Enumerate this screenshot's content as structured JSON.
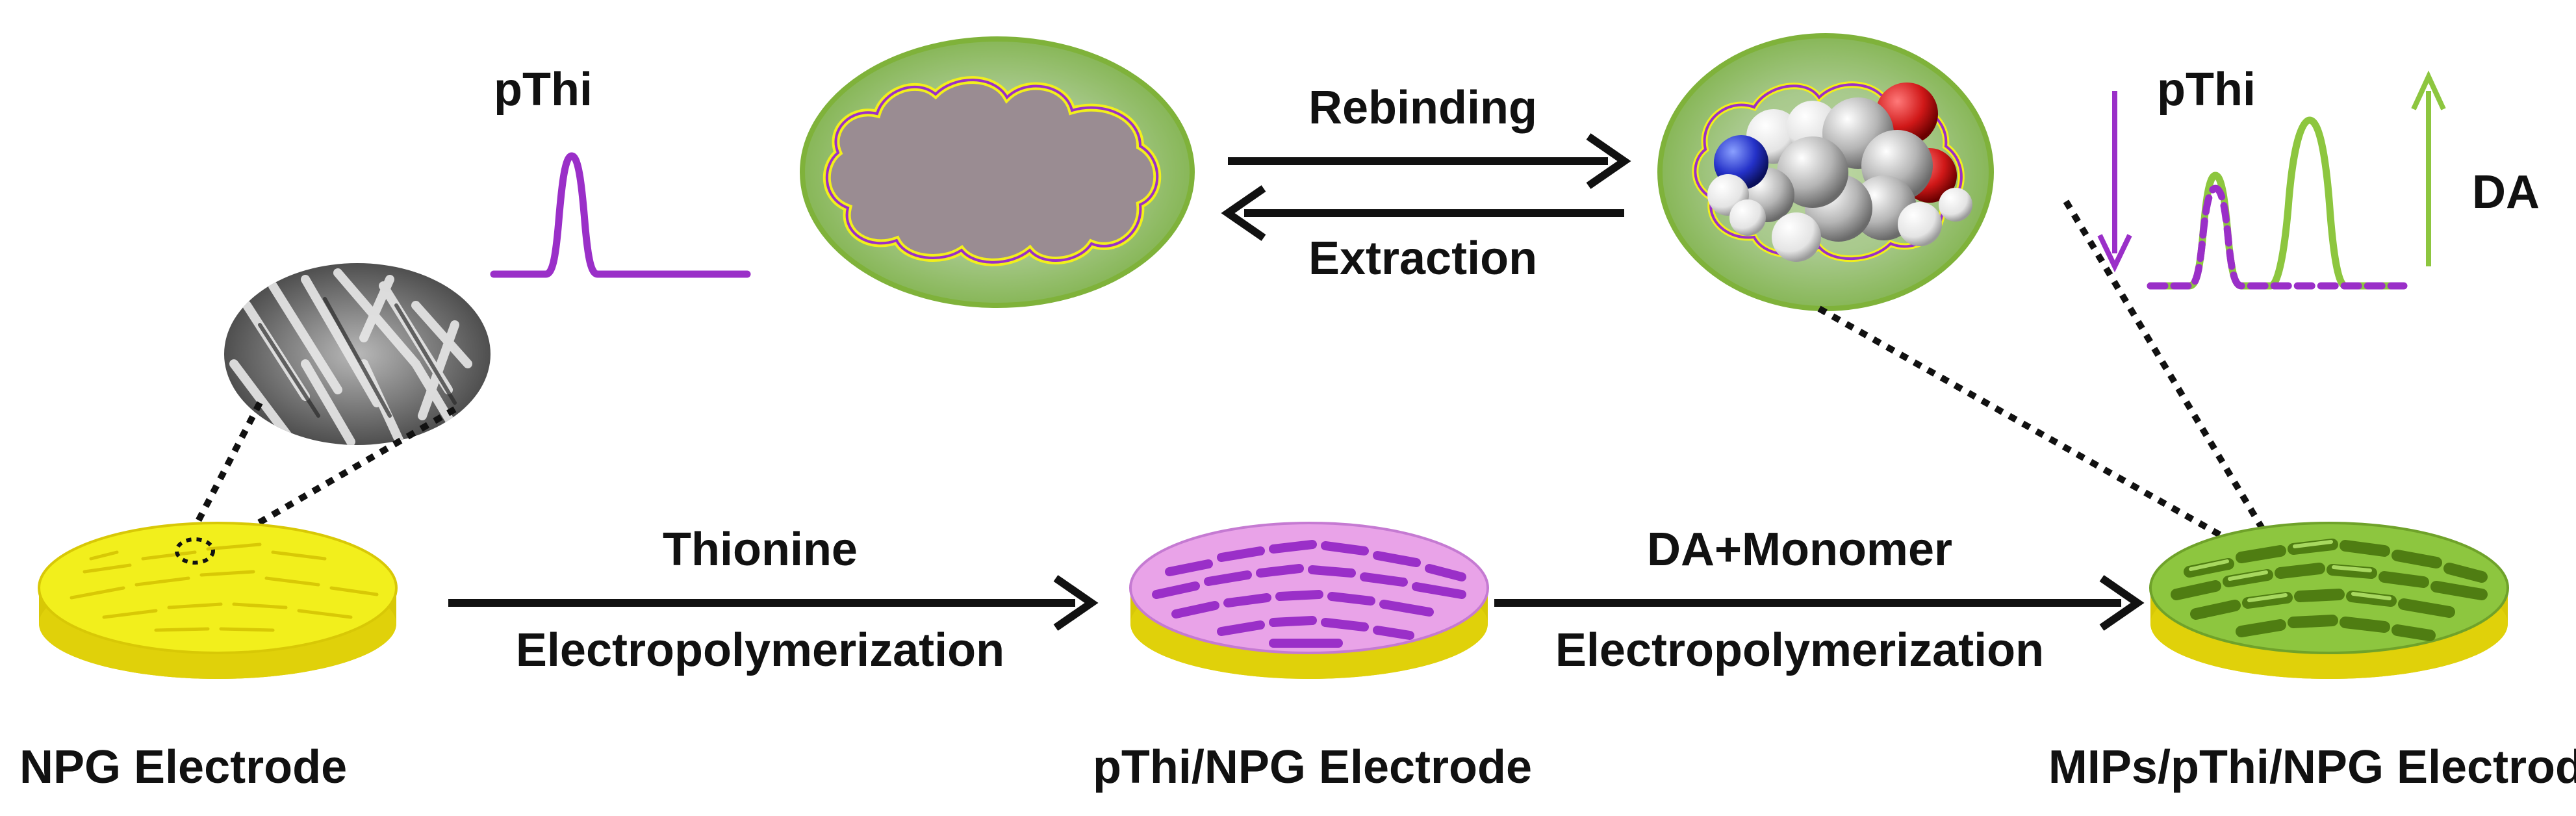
{
  "labels": {
    "pthi_left": "pThi",
    "pthi_right": "pThi",
    "da": "DA",
    "rebinding": "Rebinding",
    "extraction": "Extraction",
    "thionine": "Thionine",
    "electropolymerization_1": "Electropolymerization",
    "da_monomer": "DA+Monomer",
    "electropolymerization_2": "Electropolymerization",
    "electrode_npg": "NPG Electrode",
    "electrode_pthi_npg": "pThi/NPG Electrode",
    "electrode_mips": "MIPs/pThi/NPG Electrode"
  },
  "colors": {
    "gold": "#f2ef1c",
    "gold_edge": "#d8c806",
    "purple": "#9a2fc8",
    "pink": "#e9a3e8",
    "green": "#8dc63f",
    "dark_green": "#4f7d12",
    "cavity": "#9a8c92",
    "arrow": "#111111"
  },
  "icons": [
    "sem-image-icon",
    "cavity-icon",
    "dopamine-molecule-icon",
    "down-arrow-icon",
    "up-arrow-icon"
  ]
}
